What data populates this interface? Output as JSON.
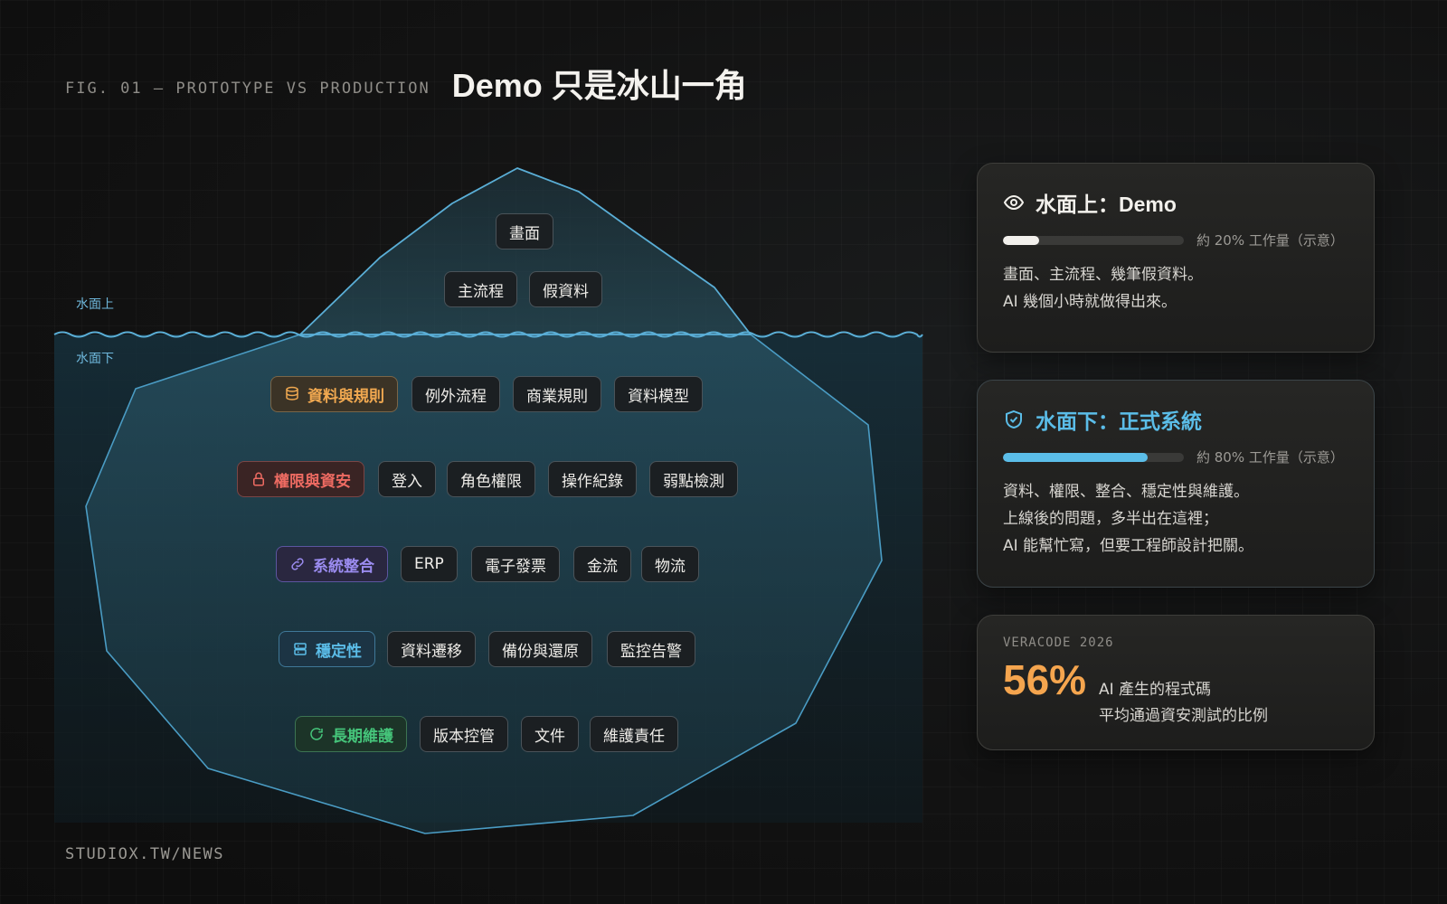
{
  "header": {
    "fig_label": "FIG. 01 — PROTOTYPE VS PRODUCTION",
    "title": "Demo 只是冰山一角"
  },
  "footer": {
    "text": "STUDIOX.TW/NEWS"
  },
  "diagram": {
    "above_label": "水面上",
    "below_label": "水面下",
    "above_rows": [
      [
        "畫面"
      ],
      [
        "主流程",
        "假資料"
      ]
    ],
    "below_rows": [
      {
        "category": "資料與規則",
        "icon": "database-icon",
        "color": "#f0a850",
        "items": [
          "例外流程",
          "商業規則",
          "資料模型"
        ]
      },
      {
        "category": "權限與資安",
        "icon": "lock-icon",
        "color": "#ee6b62",
        "items": [
          "登入",
          "角色權限",
          "操作紀錄",
          "弱點檢測"
        ]
      },
      {
        "category": "系統整合",
        "icon": "link-icon",
        "color": "#9b8cf0",
        "items": [
          "ERP",
          "電子發票",
          "金流",
          "物流"
        ]
      },
      {
        "category": "穩定性",
        "icon": "server-icon",
        "color": "#5bbde8",
        "items": [
          "資料遷移",
          "備份與還原",
          "監控告警"
        ]
      },
      {
        "category": "長期維護",
        "icon": "refresh-icon",
        "color": "#45c47a",
        "items": [
          "版本控管",
          "文件",
          "維護責任"
        ]
      }
    ]
  },
  "cards": {
    "above": {
      "icon": "eye-icon",
      "title": "水面上：Demo",
      "progress": 0.2,
      "progress_text": "約 20% 工作量（示意）",
      "lines": [
        "畫面、主流程、幾筆假資料。",
        "AI 幾個小時就做得出來。"
      ]
    },
    "below": {
      "icon": "shield-check-icon",
      "title": "水面下：正式系統",
      "progress": 0.8,
      "progress_text": "約 80% 工作量（示意）",
      "lines": [
        "資料、權限、整合、穩定性與維護。",
        "上線後的問題，多半出在這裡；",
        "AI 能幫忙寫，但要工程師設計把關。"
      ]
    },
    "stat": {
      "source": "VERACODE 2026",
      "value": "56%",
      "lines": [
        "AI 產生的程式碼",
        "平均通過資安測試的比例"
      ]
    }
  },
  "colors": {
    "accent_blue": "#5bbde8",
    "accent_orange": "#f5a54e",
    "water_line": "#5aaed6"
  }
}
